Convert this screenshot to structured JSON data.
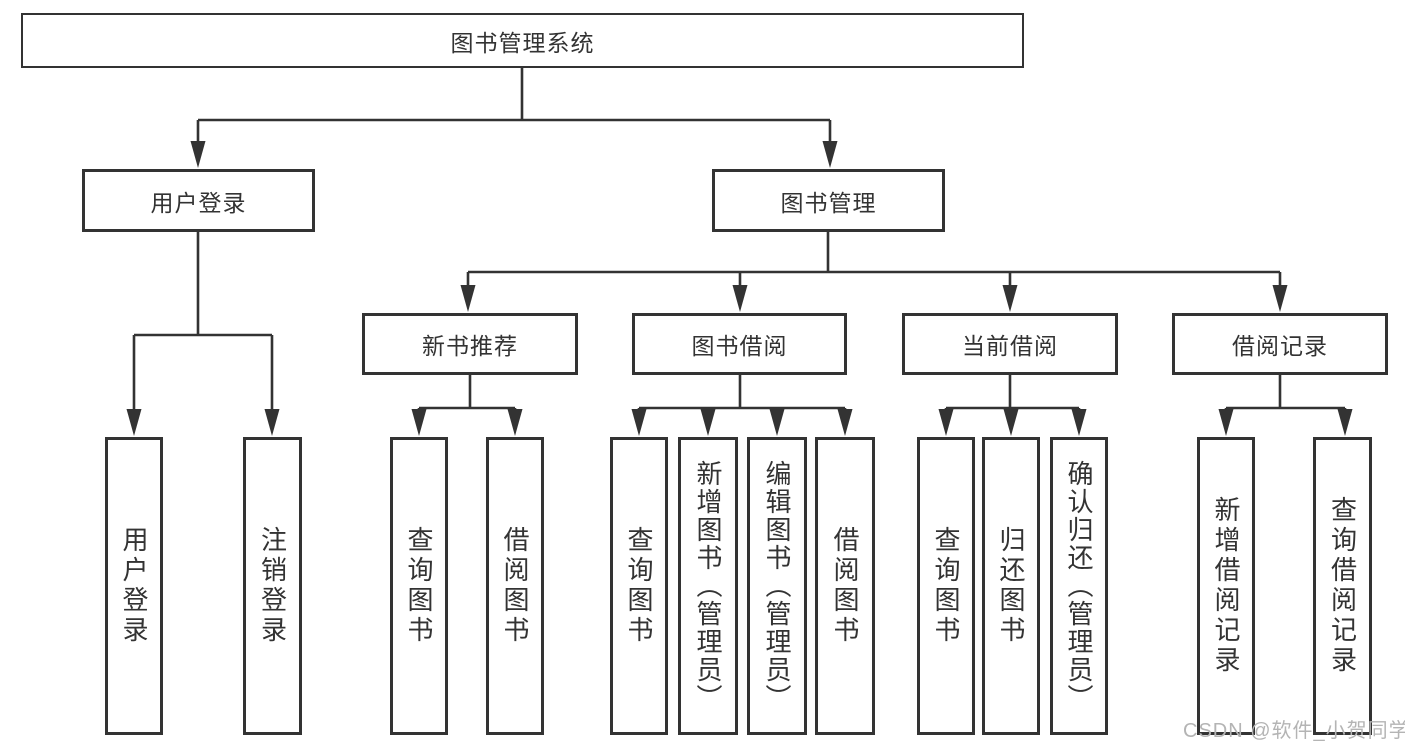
{
  "diagram": {
    "title": "图书管理系统",
    "watermark": "CSDN @软件_小贺同学",
    "colors": {
      "line": "#333333",
      "text": "#333333",
      "box_background": "#ffffff",
      "watermark": "#b4b4b4",
      "background": "#ffffff"
    },
    "nodes": {
      "system": {
        "label": "图书管理系统"
      },
      "user_login": {
        "label": "用户登录"
      },
      "book_mgmt": {
        "label": "图书管理"
      },
      "new_books": {
        "label": "新书推荐"
      },
      "book_borrow": {
        "label": "图书借阅"
      },
      "current_borrow": {
        "label": "当前借阅"
      },
      "borrow_records": {
        "label": "借阅记录"
      },
      "ul_login": {
        "label": "用户登录"
      },
      "ul_logout": {
        "label": "注销登录"
      },
      "nb_query": {
        "label": "查询图书"
      },
      "nb_borrow": {
        "label": "借阅图书"
      },
      "bb_query": {
        "label": "查询图书"
      },
      "bb_add": {
        "label": "新增图书（管理员）"
      },
      "bb_edit": {
        "label": "编辑图书（管理员）"
      },
      "bb_borrow": {
        "label": "借阅图书"
      },
      "cb_query": {
        "label": "查询图书"
      },
      "cb_return": {
        "label": "归还图书"
      },
      "cb_confirm": {
        "label": "确认归还（管理员）"
      },
      "br_add": {
        "label": "新增借阅记录"
      },
      "br_query": {
        "label": "查询借阅记录"
      }
    },
    "hierarchy": {
      "图书管理系统": [
        "用户登录",
        "图书管理"
      ],
      "用户登录": [
        "用户登录",
        "注销登录"
      ],
      "图书管理": [
        "新书推荐",
        "图书借阅",
        "当前借阅",
        "借阅记录"
      ],
      "新书推荐": [
        "查询图书",
        "借阅图书"
      ],
      "图书借阅": [
        "查询图书",
        "新增图书（管理员）",
        "编辑图书（管理员）",
        "借阅图书"
      ],
      "当前借阅": [
        "查询图书",
        "归还图书",
        "确认归还（管理员）"
      ],
      "借阅记录": [
        "新增借阅记录",
        "查询借阅记录"
      ]
    }
  }
}
